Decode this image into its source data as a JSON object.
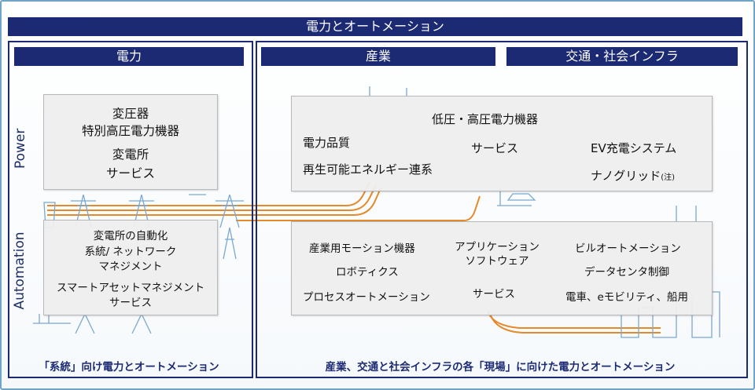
{
  "title": "電力とオートメーション",
  "left": {
    "header": "電力",
    "axis_power": "Power",
    "axis_automation": "Automation",
    "box_power": {
      "line1": "変圧器",
      "line2": "特別高圧電力機器",
      "line3": "変電所",
      "line4": "サービス"
    },
    "box_automation": {
      "line1": "変電所の自動化",
      "line2": "系統/ ネットワーク",
      "line3": "マネジメント",
      "line4": "スマートアセットマネジメント",
      "line5": "サービス"
    },
    "caption": "「系統」向け電力とオートメーション"
  },
  "right": {
    "header_industry": "産業",
    "header_infra": "交通・社会インフラ",
    "box_power": {
      "heading": "低圧・高圧電力機器",
      "quality": "電力品質",
      "renewable": "再生可能エネルギー連系",
      "service": "サービス",
      "ev": "EV充電システム",
      "nanogrid": "ナノグリッド",
      "note": "(注)"
    },
    "box_automation": {
      "motion": "産業用モーション機器",
      "robotics": "ロボティクス",
      "process": "プロセスオートメーション",
      "app_line1": "アプリケーション",
      "app_line2": "ソフトウェア",
      "service": "サービス",
      "building": "ビルオートメーション",
      "datacenter": "データセンタ制御",
      "train": "電車、eモビリティ、船用"
    },
    "caption": "産業、交通と社会インフラの各「現場」に向けた電力とオートメーション"
  },
  "colors": {
    "navy": "#1b2a72",
    "box_bg": "#eeeeee",
    "line_orange": "#e58a2b",
    "illustration": "#8fb4d6"
  }
}
